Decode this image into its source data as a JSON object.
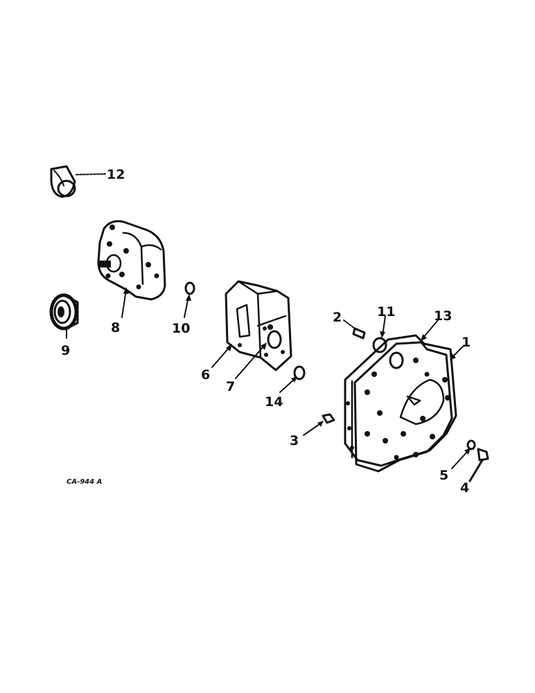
{
  "diagram": {
    "callouts": {
      "c1": "1",
      "c2": "2",
      "c3": "3",
      "c4": "4",
      "c5": "5",
      "c6": "6",
      "c7": "7",
      "c8": "8",
      "c9": "9",
      "c10": "10",
      "c11": "11",
      "c12": "12",
      "c13": "13",
      "c14": "14"
    },
    "drawing_code": "CA-944 A"
  }
}
